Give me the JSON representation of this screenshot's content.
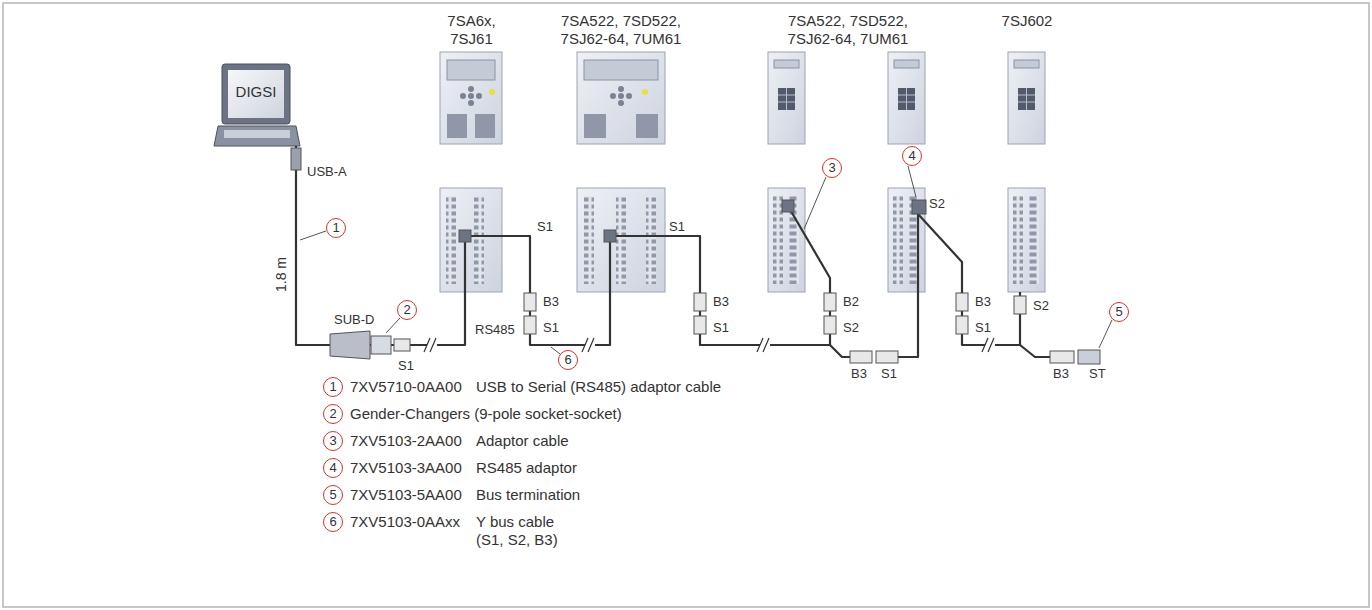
{
  "diagram": {
    "nodes": [
      {
        "text": [
          "DIGSI"
        ]
      },
      {
        "text": [
          "7SA6x, 7SJ61"
        ]
      },
      {
        "text": [
          "7SA522, 7SD522, 7SJ62-64, 7UM61"
        ]
      },
      {
        "text": [
          "7SA522, 7SD522, 7SJ62-64, 7UM61"
        ]
      },
      {
        "text": [
          "7SJ602"
        ]
      },
      {
        "text": [
          "1"
        ]
      },
      {
        "text": [
          "2"
        ]
      },
      {
        "text": [
          "3"
        ]
      },
      {
        "text": [
          "4"
        ]
      },
      {
        "text": [
          "5"
        ]
      },
      {
        "text": [
          "6"
        ]
      },
      {
        "text": [
          "1"
        ]
      },
      {
        "text": [
          "2"
        ]
      },
      {
        "text": [
          "3"
        ]
      },
      {
        "text": [
          "4"
        ]
      },
      {
        "text": [
          "5"
        ]
      },
      {
        "text": [
          "6"
        ]
      }
    ],
    "edges": [
      {
        "from": 0,
        "to": 1,
        "arrow": "none"
      },
      {
        "from": 1,
        "to": 2,
        "arrow": "none"
      },
      {
        "from": 2,
        "to": 3,
        "arrow": "none"
      },
      {
        "from": 3,
        "to": 4,
        "arrow": "none"
      }
    ],
    "labels": [
      "USB-A",
      "1.8 m",
      "SUB-D",
      "S1",
      "RS485",
      "S1",
      "B3",
      "S1",
      "S1",
      "B3",
      "S1",
      "B2",
      "S2",
      "B3",
      "S1",
      "S2",
      "B3",
      "S1",
      "S2",
      "B3",
      "ST",
      "7XV5710-0AA00",
      "USB to Serial (RS485) adaptor cable",
      "Gender-Changers (9-pole socket-socket)",
      "7XV5103-2AA00",
      "Adaptor cable",
      "7XV5103-3AA00",
      "RS485 adaptor",
      "7XV5103-5AA00",
      "Bus termination",
      "7XV5103-0AAxx",
      "Y bus cable (S1, S2, B3)"
    ]
  }
}
